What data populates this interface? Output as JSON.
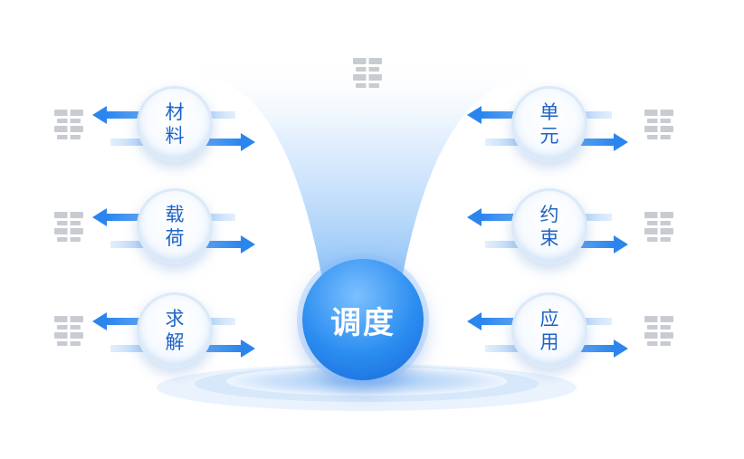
{
  "diagram": {
    "center": {
      "label": "调度"
    },
    "left_nodes": [
      {
        "label": "材料"
      },
      {
        "label": "载荷"
      },
      {
        "label": "求解"
      }
    ],
    "right_nodes": [
      {
        "label": "单元"
      },
      {
        "label": "约束"
      },
      {
        "label": "应用"
      }
    ]
  },
  "colors": {
    "accent": "#1e6fdc",
    "arrow": "#2a86ee",
    "label": "#1e63c8",
    "chip": "#c8ccd2"
  },
  "icons": {
    "module": "module-chip-icon",
    "arrow_out": "arrow-left-icon",
    "arrow_in": "arrow-right-icon"
  }
}
